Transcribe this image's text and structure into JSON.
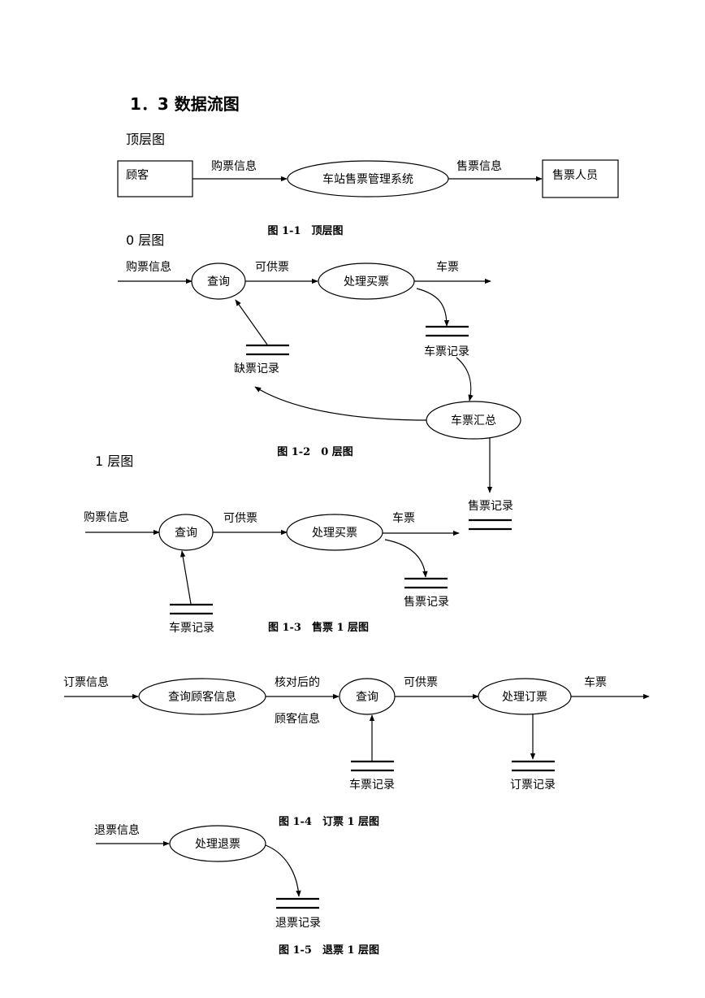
{
  "heading": "1．3 数据流图",
  "top_level": {
    "title": "顶层图",
    "nodes": {
      "customer": "顾客",
      "system": "车站售票管理系统",
      "clerk": "售票人员"
    },
    "flows": {
      "purchase_info": "购票信息",
      "sale_info": "售票信息"
    },
    "caption": "图 1-1　顶层图"
  },
  "level0": {
    "title": "0 层图",
    "nodes": {
      "query": "查询",
      "process_purchase": "处理买票",
      "ticket_summary": "车票汇总"
    },
    "flows": {
      "purchase_info": "购票信息",
      "available_tickets": "可供票",
      "ticket": "车票"
    },
    "stores": {
      "ticket_record": "车票记录",
      "shortage_record": "缺票记录",
      "sales_record": "售票记录"
    },
    "caption": "图 1-2　0 层图"
  },
  "level1_sale": {
    "title": "1 层图",
    "nodes": {
      "query": "查询",
      "process_purchase": "处理买票"
    },
    "flows": {
      "purchase_info": "购票信息",
      "available_tickets": "可供票",
      "ticket": "车票"
    },
    "stores": {
      "sales_record": "售票记录",
      "ticket_record": "车票记录"
    },
    "caption": "图 1-3　售票 1 层图"
  },
  "level1_order": {
    "nodes": {
      "query_customer": "查询顾客信息",
      "query": "查询",
      "process_order": "处理订票"
    },
    "flows": {
      "order_info": "订票信息",
      "verified_line1": "核对后的",
      "verified_line2": "顾客信息",
      "available_tickets": "可供票",
      "ticket": "车票"
    },
    "stores": {
      "ticket_record": "车票记录",
      "order_record": "订票记录"
    },
    "caption": "图 1-4　订票 1 层图"
  },
  "level1_refund": {
    "nodes": {
      "process_refund": "处理退票"
    },
    "flows": {
      "refund_info": "退票信息"
    },
    "stores": {
      "refund_record": "退票记录"
    },
    "caption": "图 1-5　退票 1 层图"
  }
}
